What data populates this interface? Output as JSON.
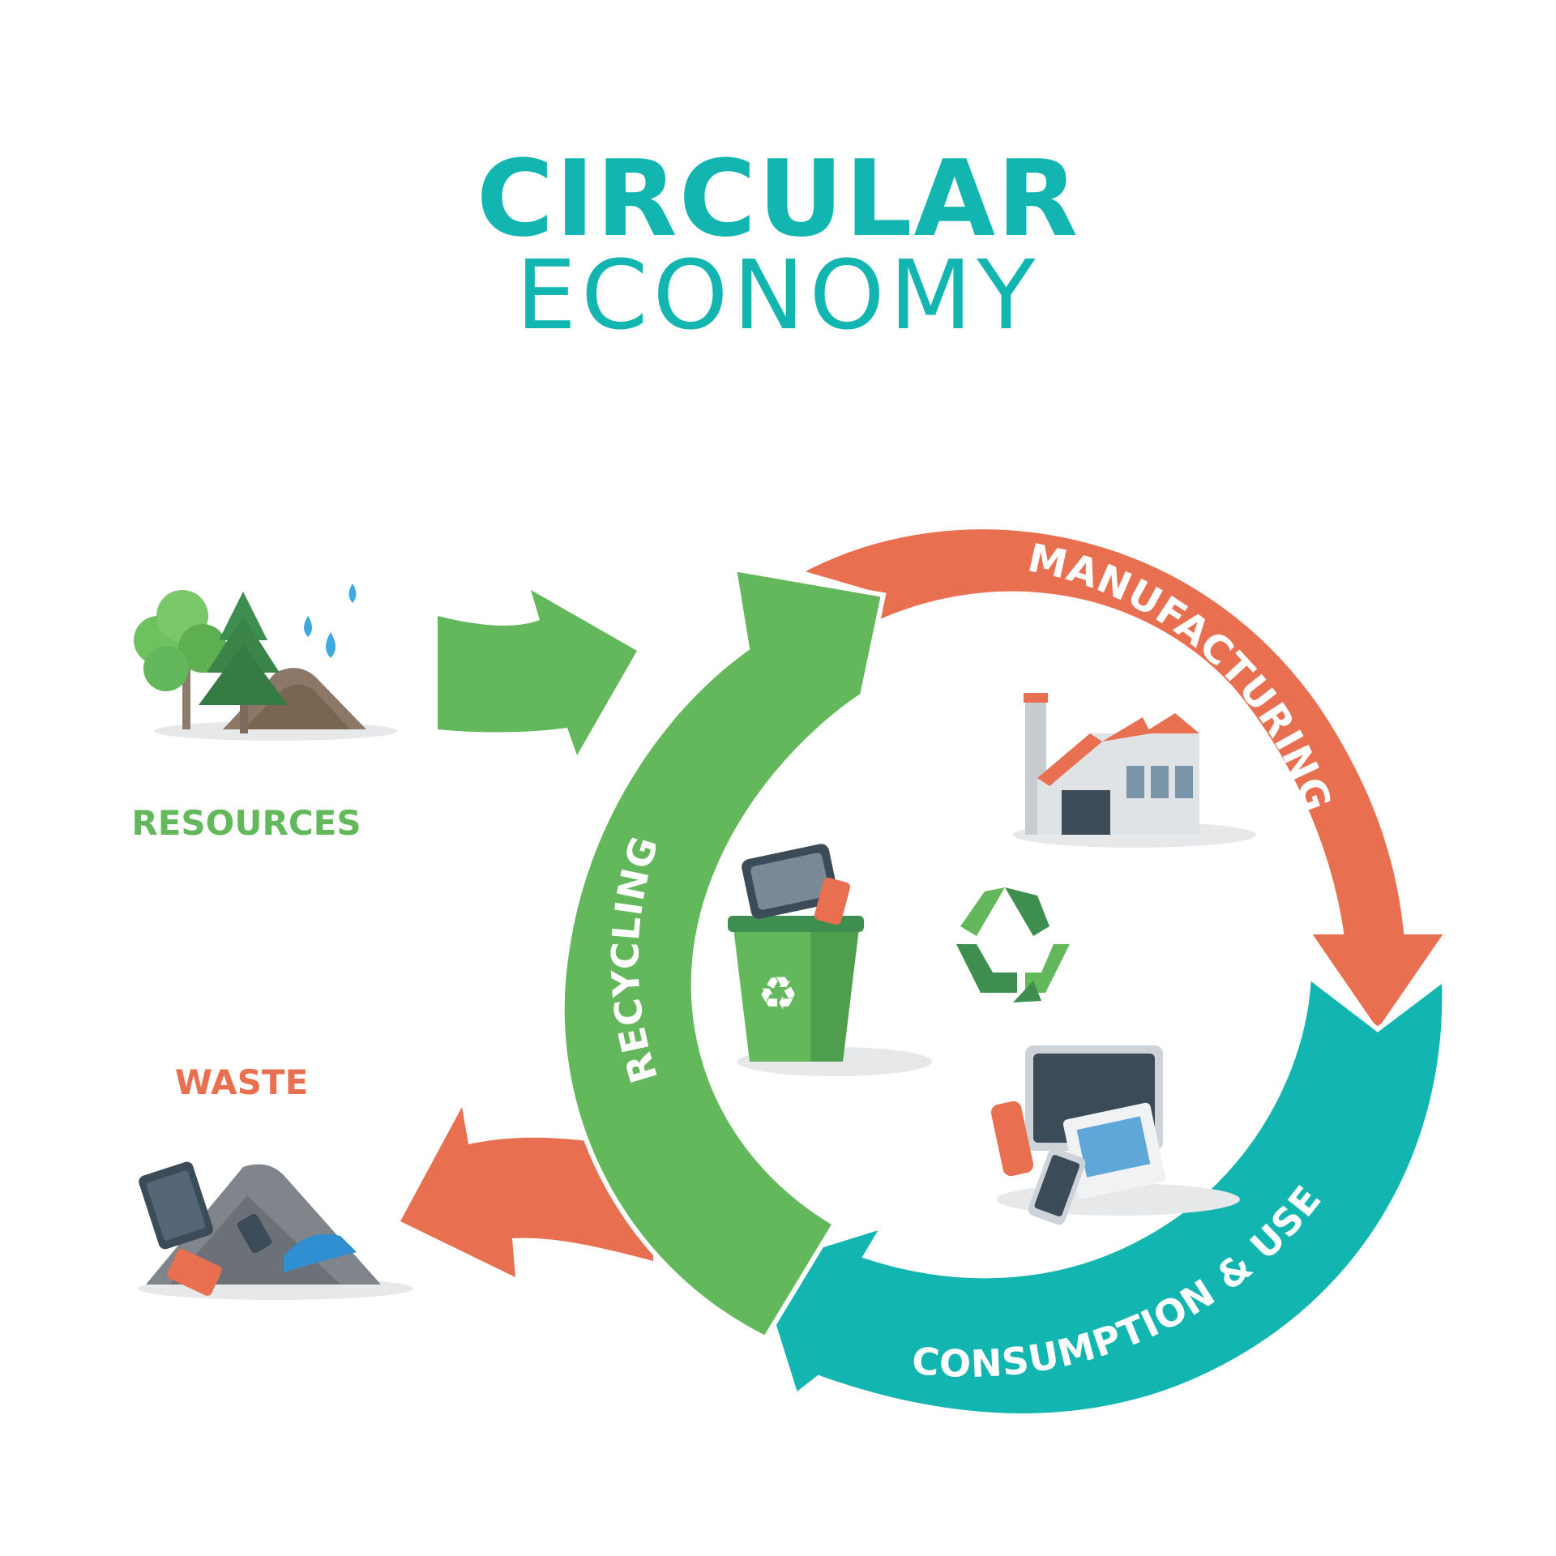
{
  "title": {
    "line1": "CIRCULAR",
    "line2": "ECONOMY"
  },
  "labels": {
    "resources": "RESOURCES",
    "waste": "WASTE",
    "manufacturing": "MANUFACTURING",
    "consumption": "CONSUMPTION & USE",
    "recycling": "RECYCLING"
  },
  "colors": {
    "teal": "#13b5b1",
    "green": "#62b85a",
    "green_dark": "#3e8f4f",
    "orange": "#e87050",
    "slate": "#3b4b58",
    "gray": "#8b8f94"
  },
  "icons": {
    "resources": "trees-water-soil-icon",
    "waste": "waste-pile-icon",
    "factory": "factory-icon",
    "devices": "devices-icon",
    "bin": "recycle-bin-icon",
    "recycle": "recycle-symbol-icon"
  }
}
